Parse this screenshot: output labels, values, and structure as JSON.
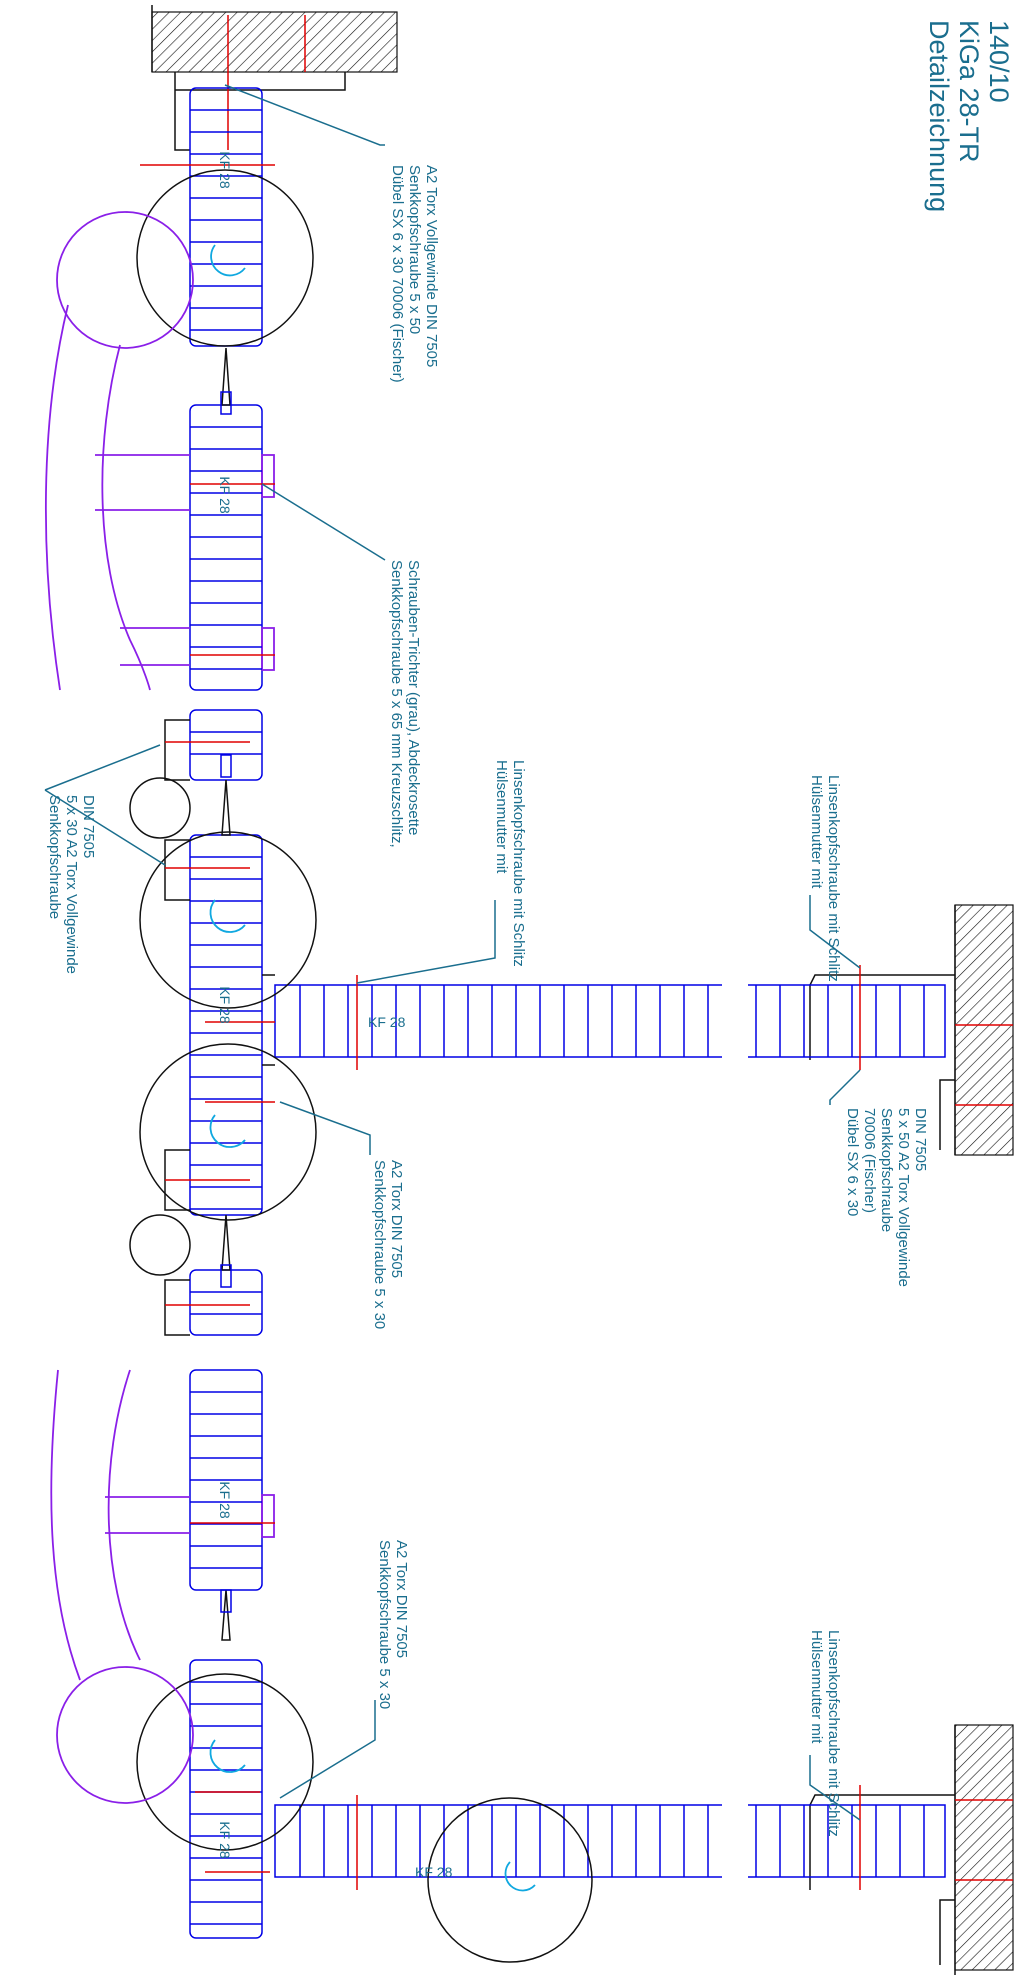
{
  "title": {
    "line1": "Detailzeichnung",
    "line2": "KiGa 28-TR",
    "line3": "140/10"
  },
  "post_label": "KF 28",
  "callouts": {
    "top_dowel": [
      "Dübel SX 6 x 30 70006 (Fischer)",
      "Senkkopfschraube 5 x 50",
      "A2 Torx Vollgewinde DIN 7505"
    ],
    "handle_screw": [
      "Senkkopfschraube 5 x 65 mm Kreuzschlitz,",
      "Schrauben-Trichter (grau), Abdeckrosette"
    ],
    "left_screws": [
      "Senkkopfschraube",
      "5 x 30 A2 Torx Vollgewinde",
      "DIN 7505"
    ],
    "mid_nut": [
      "Hülsenmutter mit",
      "Linsenkopfschraube mit Schlitz"
    ],
    "right_nut_upper": [
      "Hülsenmutter mit",
      "Linsenkopfschraube mit Schlitz"
    ],
    "right_dowel": [
      "Dübel SX 6 x 30",
      "70006 (Fischer)",
      "Senkkopfschraube",
      "5 x 50 A2 Torx Vollgewinde",
      "DIN 7505"
    ],
    "mid_screw": [
      "Senkkopfschraube 5 x 30",
      "A2 Torx DIN 7505"
    ],
    "lower_screw": [
      "Senkkopfschraube 5 x 30",
      "A2 Torx DIN 7505"
    ],
    "right_nut_lower": [
      "Hülsenmutter mit",
      "Linsenkopfschraube mit Schlitz"
    ]
  },
  "colors": {
    "wood": "#0000e6",
    "screw": "#e00000",
    "handle": "#8a1fe8",
    "leader": "#1a6e8e",
    "outline": "#111111"
  }
}
